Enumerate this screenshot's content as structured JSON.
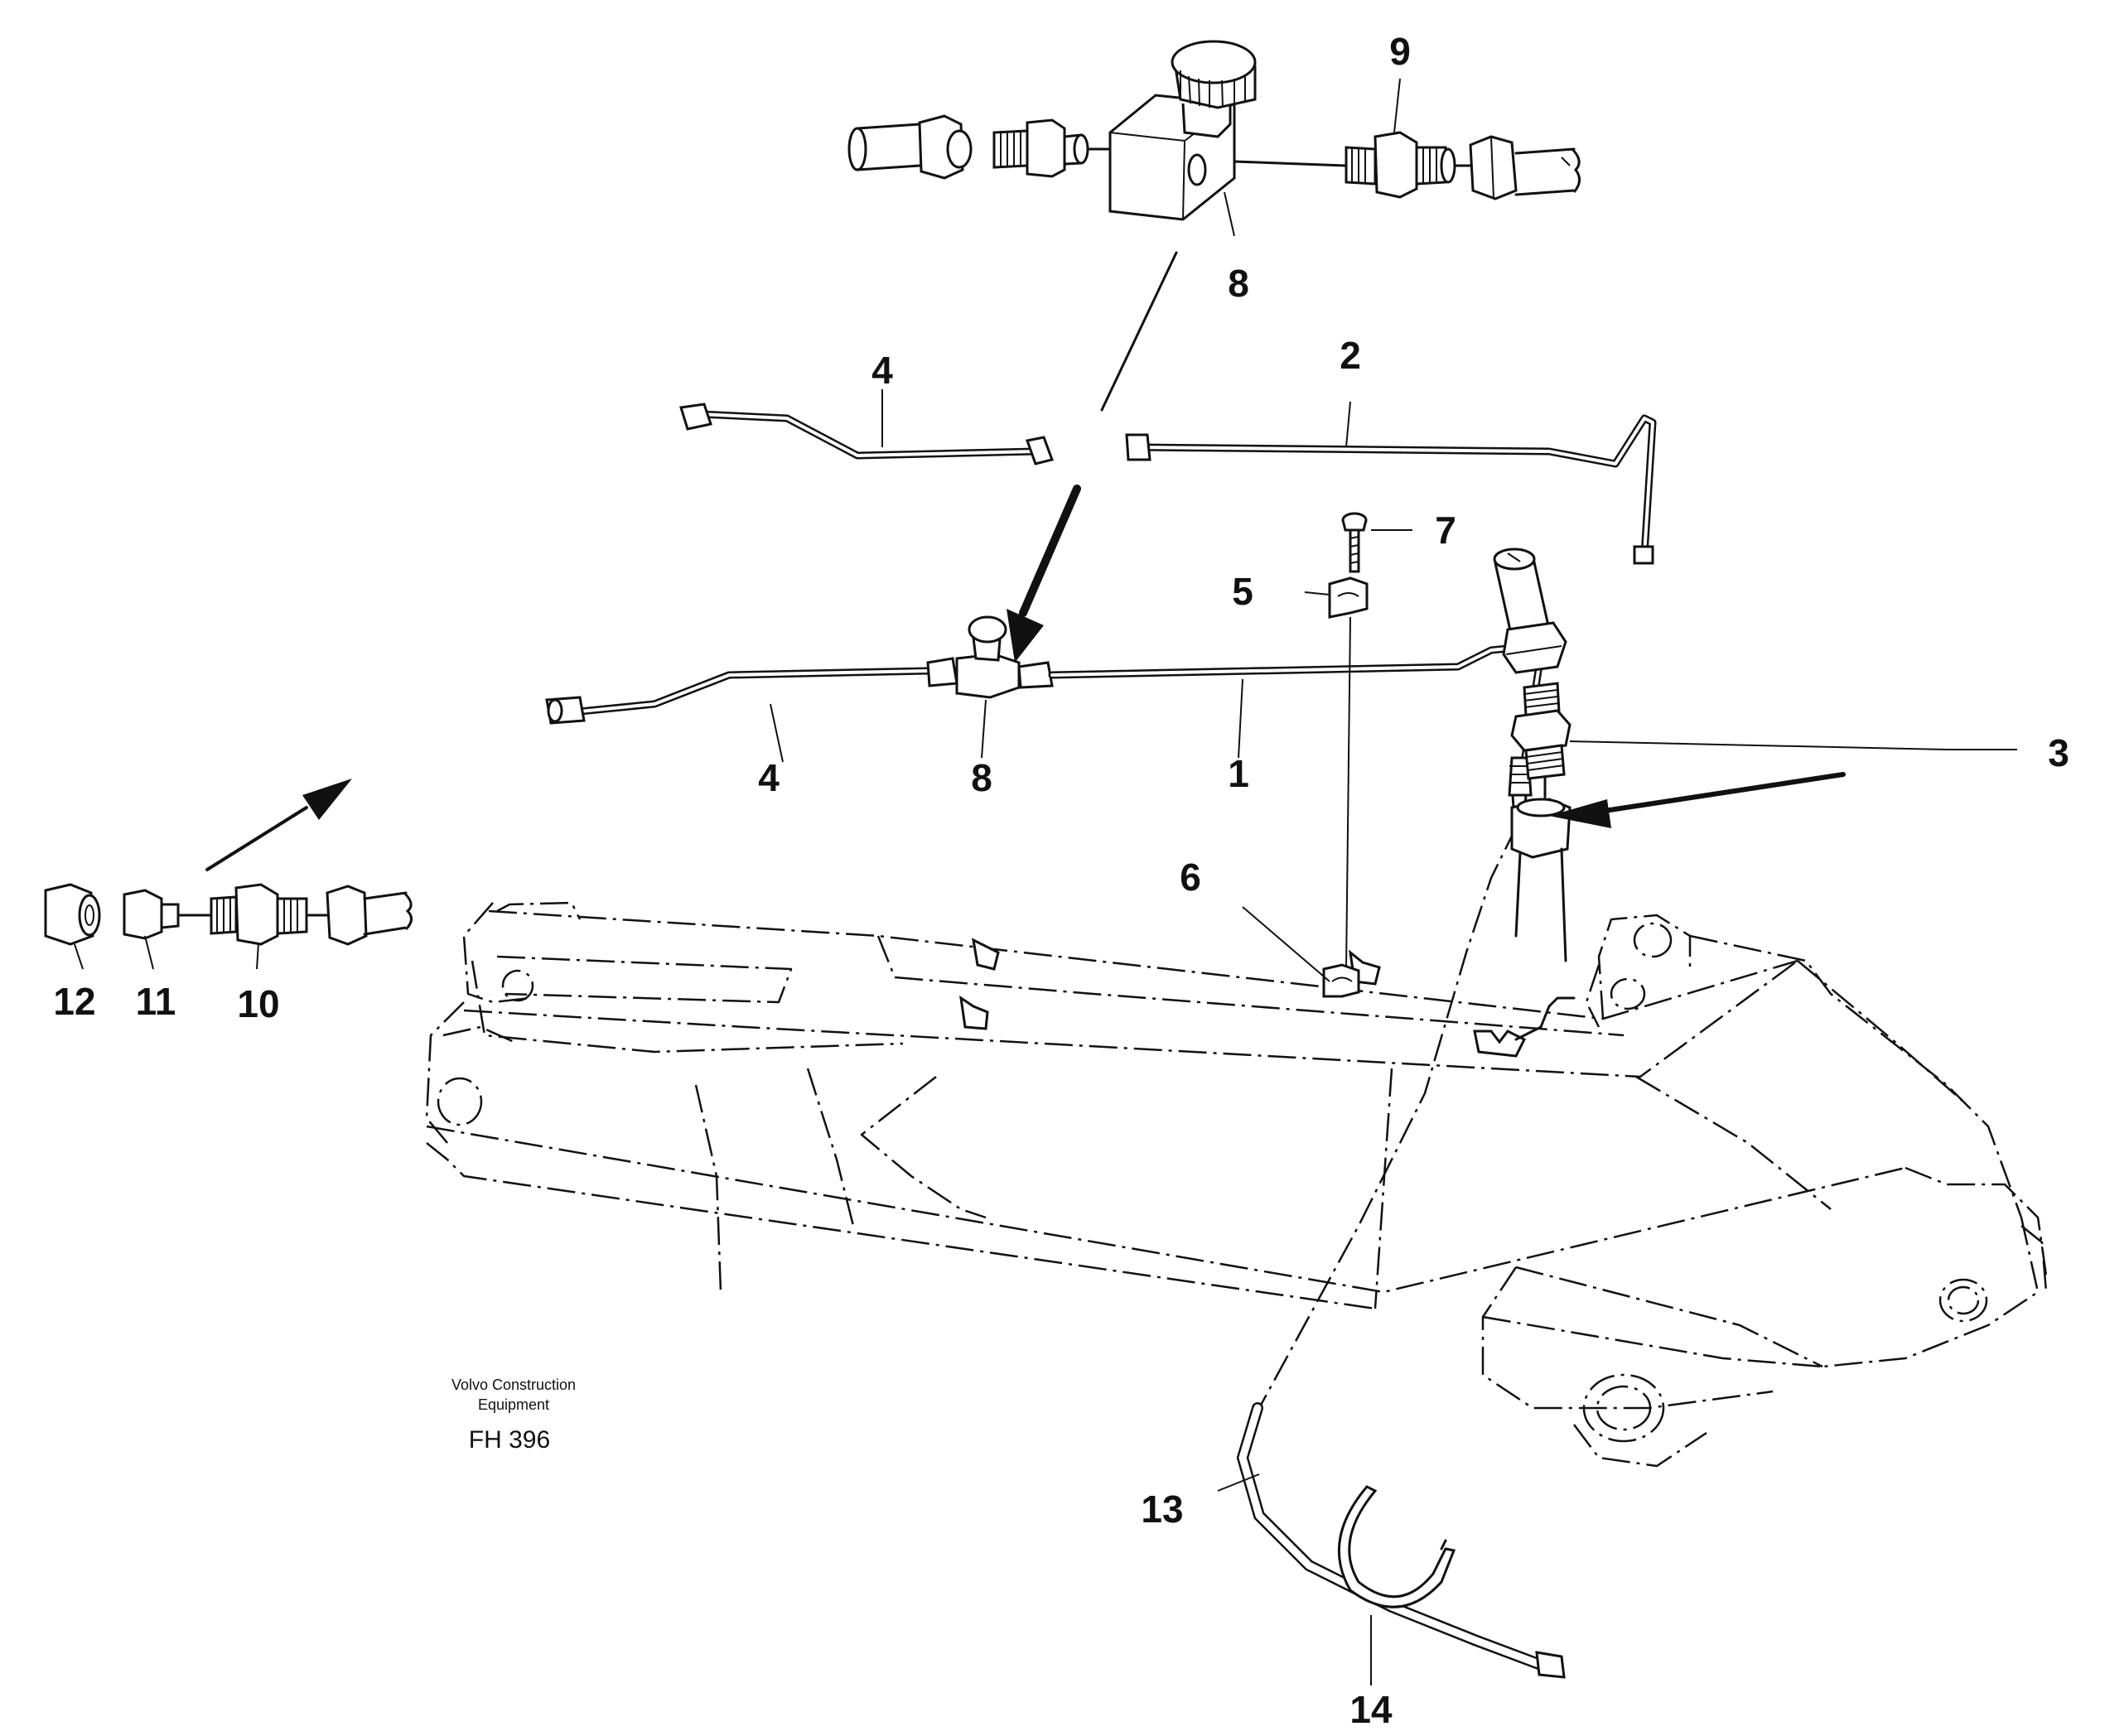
{
  "diagram": {
    "labels": {
      "l1": "1",
      "l2": "2",
      "l3": "3",
      "l4a": "4",
      "l4b": "4",
      "l5": "5",
      "l6": "6",
      "l7": "7",
      "l8a": "8",
      "l8b": "8",
      "l9": "9",
      "l10": "10",
      "l11": "11",
      "l12": "12",
      "l13": "13",
      "l14": "14"
    },
    "caption": {
      "line1": "Volvo Construction",
      "line2": "Equipment",
      "code": "FH 396"
    }
  }
}
